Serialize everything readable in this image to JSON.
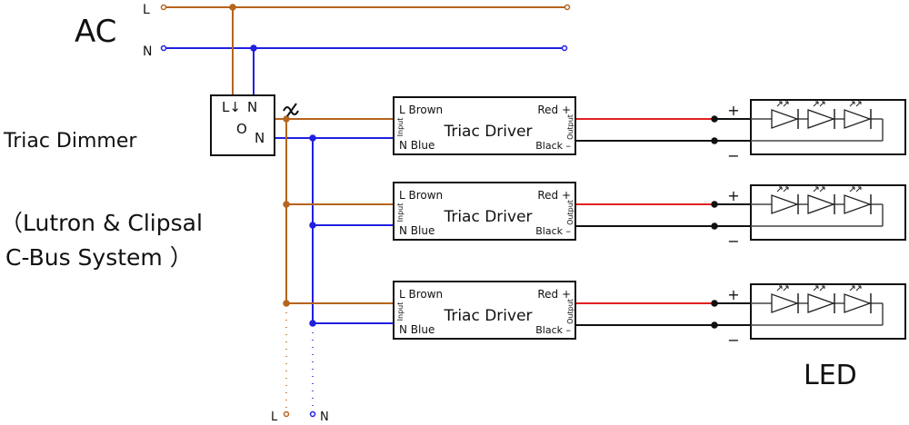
{
  "title_ac": "AC",
  "supply": {
    "l_label": "L",
    "n_label": "N"
  },
  "dimmer": {
    "title": "Triac Dimmer",
    "subtitle_line1": "（Lutron & Clipsal",
    "subtitle_line2": "C-Bus System ）",
    "term_l_in": "L↓",
    "term_n_in": "N",
    "term_o": "O",
    "term_n_out": "N",
    "dimmer_symbol": "~"
  },
  "drivers": [
    {
      "name": "Triac Driver",
      "in_l": "L Brown",
      "in_n": "N Blue",
      "out_pos": "Red +",
      "out_neg": "Black –",
      "input_tag": "Input",
      "output_tag": "Output"
    },
    {
      "name": "Triac Driver",
      "in_l": "L Brown",
      "in_n": "N Blue",
      "out_pos": "Red +",
      "out_neg": "Black –",
      "input_tag": "Input",
      "output_tag": "Output"
    },
    {
      "name": "Triac Driver",
      "in_l": "L Brown",
      "in_n": "N Blue",
      "out_pos": "Red +",
      "out_neg": "Black –",
      "input_tag": "Input",
      "output_tag": "Output"
    }
  ],
  "led_modules": [
    {
      "plus": "+",
      "minus": "−",
      "led_count": 3
    },
    {
      "plus": "+",
      "minus": "−",
      "led_count": 3
    },
    {
      "plus": "+",
      "minus": "−",
      "led_count": 3
    }
  ],
  "led_label": "LED",
  "continuation": {
    "l_label": "L",
    "n_label": "N"
  },
  "colors": {
    "live": "#b5651d",
    "neutral": "#2020e0",
    "positive": "#e02020",
    "negative": "#111111",
    "outline": "#111111"
  }
}
